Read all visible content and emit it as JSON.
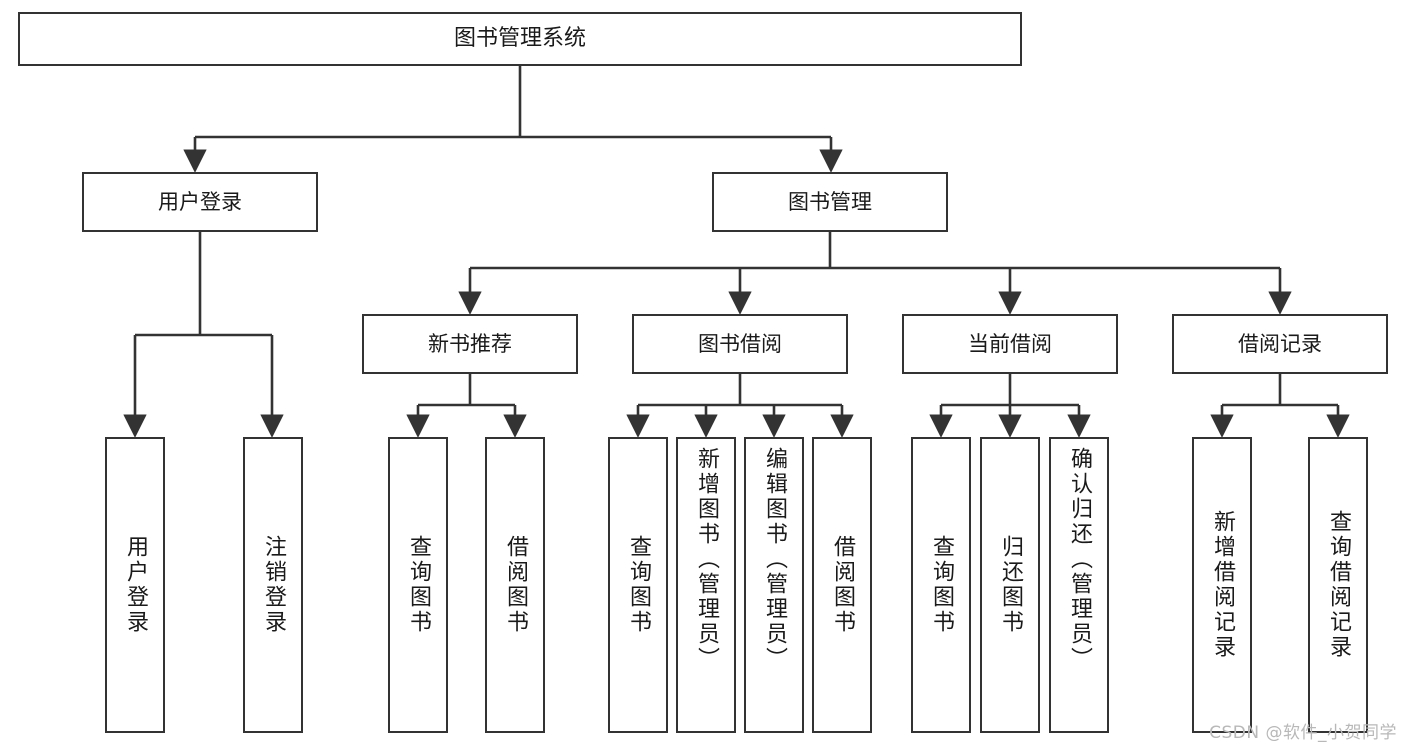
{
  "diagram": {
    "title": "图书管理系统",
    "type": "tree",
    "watermark": "CSDN @软件_小贺同学",
    "colors": {
      "node_border": "#333333",
      "node_fill": "#ffffff",
      "edge": "#333333",
      "text": "#1a1a1a",
      "watermark": "#b8b8b8",
      "background": "#ffffff"
    },
    "nodes": {
      "root": {
        "label": "图书管理系统"
      },
      "level1": [
        {
          "id": "user-login",
          "label": "用户登录"
        },
        {
          "id": "book-manage",
          "label": "图书管理"
        }
      ],
      "level2": [
        {
          "id": "new-book-rec",
          "label": "新书推荐"
        },
        {
          "id": "book-borrow",
          "label": "图书借阅"
        },
        {
          "id": "current-borrow",
          "label": "当前借阅"
        },
        {
          "id": "borrow-record",
          "label": "借阅记录"
        }
      ],
      "leaves": {
        "user-login": [
          {
            "id": "leaf-user-login",
            "label": "用户登录"
          },
          {
            "id": "leaf-user-logout",
            "label": "注销登录"
          }
        ],
        "new-book-rec": [
          {
            "id": "leaf-query-book-1",
            "label": "查询图书"
          },
          {
            "id": "leaf-borrow-book-1",
            "label": "借阅图书"
          }
        ],
        "book-borrow": [
          {
            "id": "leaf-query-book-2",
            "label": "查询图书"
          },
          {
            "id": "leaf-add-book",
            "label": "新增图书（管理员）"
          },
          {
            "id": "leaf-edit-book",
            "label": "编辑图书（管理员）"
          },
          {
            "id": "leaf-borrow-book-2",
            "label": "借阅图书"
          }
        ],
        "current-borrow": [
          {
            "id": "leaf-query-book-3",
            "label": "查询图书"
          },
          {
            "id": "leaf-return-book",
            "label": "归还图书"
          },
          {
            "id": "leaf-confirm-return",
            "label": "确认归还（管理员）"
          }
        ],
        "borrow-record": [
          {
            "id": "leaf-add-record",
            "label": "新增借阅记录"
          },
          {
            "id": "leaf-query-record",
            "label": "查询借阅记录"
          }
        ]
      }
    }
  }
}
